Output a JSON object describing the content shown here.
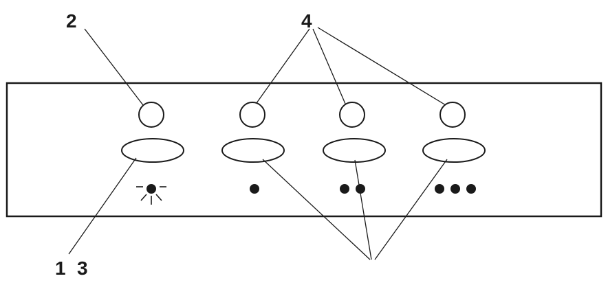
{
  "callouts": {
    "label_1": "1",
    "label_2": "2",
    "label_3": "3",
    "label_4": "4"
  },
  "panel": {
    "controls": [
      {
        "indicator": "sun-icon"
      },
      {
        "indicator": "one-dot-icon"
      },
      {
        "indicator": "two-dots-icon"
      },
      {
        "indicator": "three-dots-icon"
      }
    ]
  },
  "colors": {
    "line": "#1a1a1a",
    "background": "#ffffff"
  }
}
